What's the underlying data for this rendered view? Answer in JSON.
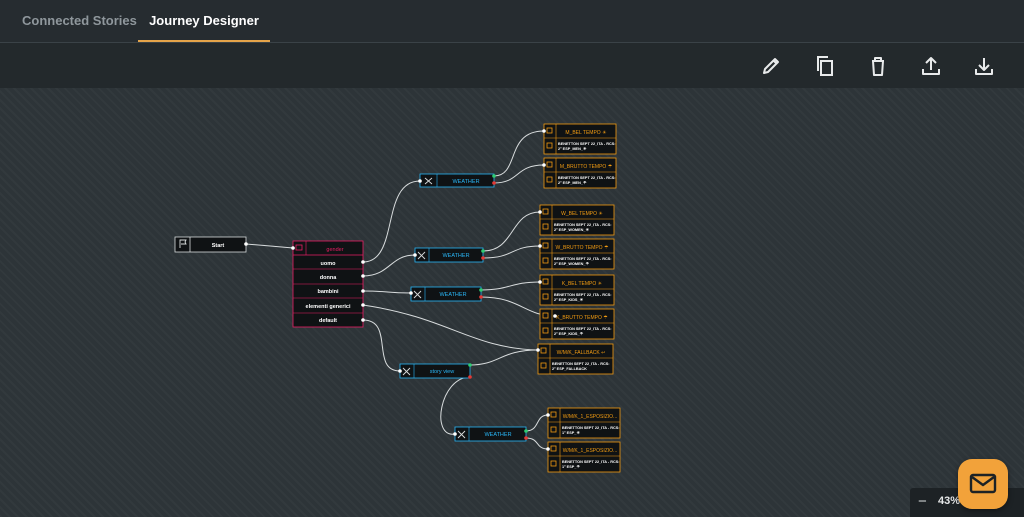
{
  "tabs": [
    {
      "label": "Connected Stories",
      "active": false
    },
    {
      "label": "Journey Designer",
      "active": true
    }
  ],
  "toolbar": {
    "icons": [
      "pencil-icon",
      "copy-icon",
      "trash-icon",
      "upload-icon",
      "download-icon"
    ]
  },
  "colors": {
    "accent": "#e5a44a",
    "weather": "#29b6f6",
    "gender": "#e91e63",
    "story": "#f39c12",
    "connector_ok": "#2ecc71",
    "connector_fail": "#e53935"
  },
  "nodes": {
    "start": {
      "label": "Start"
    },
    "gender": {
      "title": "gender",
      "options": [
        "uomo",
        "donna",
        "bambini",
        "elementi generici",
        "default"
      ]
    },
    "weather_nodes": [
      {
        "label": "WEATHER"
      },
      {
        "label": "WEATHER"
      },
      {
        "label": "WEATHER"
      },
      {
        "label": "WEATHER"
      }
    ],
    "storyview": {
      "label": "story view"
    },
    "stories": [
      {
        "title": "M_BEL TEMPO ☀",
        "line1": "BENETTON SEPT 22_ITA - RCS:",
        "line2": "2° ESP_MEN_☀"
      },
      {
        "title": "M_BRUTTO TEMPO ☂",
        "line1": "BENETTON SEPT 22_ITA - RCS:",
        "line2": "2° ESP_MEN_☂"
      },
      {
        "title": "W_BEL TEMPO ☀",
        "line1": "BENETTON SEPT 22_ITA - RCS:",
        "line2": "2° ESP_WOMEN_☀"
      },
      {
        "title": "W_BRUTTO TEMPO ☂",
        "line1": "BENETTON SEPT 22_ITA - RCS:",
        "line2": "2° ESP_WOMEN_☂"
      },
      {
        "title": "K_BEL TEMPO ☀",
        "line1": "BENETTON SEPT 22_ITA - RCS:",
        "line2": "2° ESP_KIDS_☀"
      },
      {
        "title": "K_BRUTTO TEMPO ☂",
        "line1": "BENETTON SEPT 22_ITA - RCS:",
        "line2": "2° ESP_KIDS_☂"
      },
      {
        "title": "W/M/K_FALLBACK ↩",
        "line1": "BENETTON SEPT 22_ITA - RCS:",
        "line2": "2° ESP_FALLBACK"
      },
      {
        "title": "W/M/K_1_ESPOSIZIO...",
        "line1": "BENETTON SEPT 22_ITA - RCS:",
        "line2": "1° ESP_☀"
      },
      {
        "title": "W/M/K_1_ESPOSIZIO...",
        "line1": "BENETTON SEPT 22_ITA - RCS:",
        "line2": "1° ESP_☂"
      }
    ]
  },
  "zoom": {
    "level": "43%"
  }
}
